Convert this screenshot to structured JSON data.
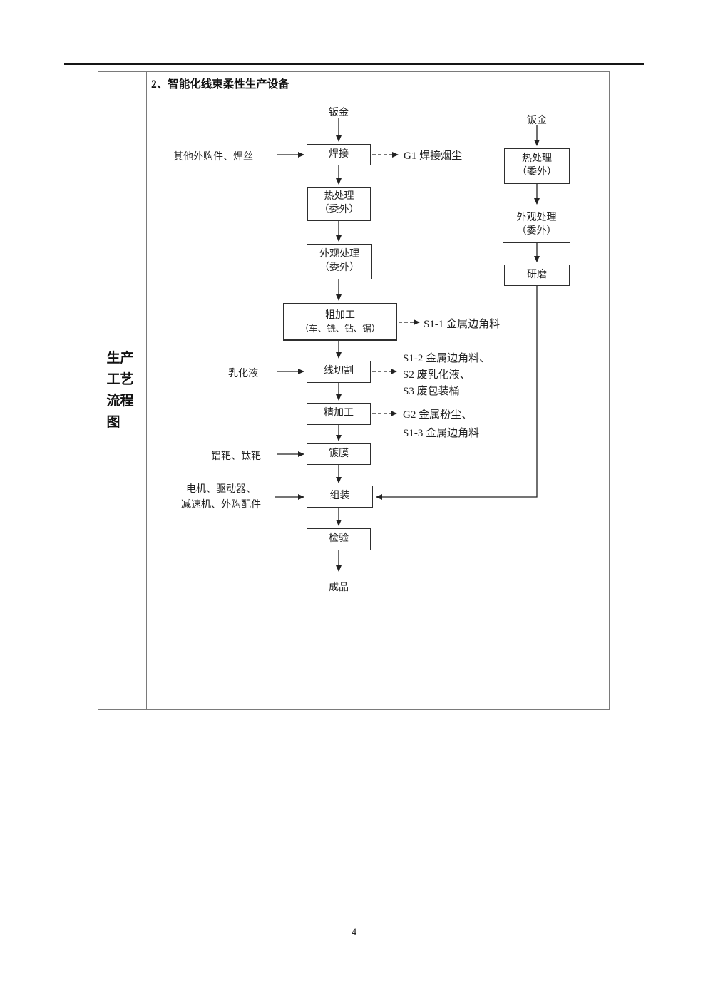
{
  "page": {
    "number": "4"
  },
  "table": {
    "side_label": "生产工艺流程图"
  },
  "flow": {
    "title": "2、智能化线束柔性生产设备",
    "main": {
      "source": "钣金",
      "welding": "焊接",
      "heat_line1": "热处理",
      "heat_line2": "（委外）",
      "surface_line1": "外观处理",
      "surface_line2": "（委外）",
      "rough_line1": "粗加工",
      "rough_line2": "（车、铣、钻、锯）",
      "wire_cutting": "线切割",
      "fine_machining": "精加工",
      "coating": "镀膜",
      "assembly": "组装",
      "inspection": "检验",
      "product": "成品"
    },
    "right": {
      "source": "钣金",
      "heat_line1": "热处理",
      "heat_line2": "（委外）",
      "surface_line1": "外观处理",
      "surface_line2": "（委外）",
      "grinding": "研磨"
    },
    "inputs": {
      "welding": "其他外购件、焊丝",
      "wire_cutting": "乳化液",
      "coating": "铝靶、钛靶",
      "assembly_line1": "电机、驱动器、",
      "assembly_line2": "减速机、外购配件"
    },
    "outputs": {
      "welding": "G1 焊接烟尘",
      "rough": "S1-1 金属边角料",
      "wire_cutting_line1": "S1-2 金属边角料、",
      "wire_cutting_line2": "S2 废乳化液、",
      "wire_cutting_line3": "S3 废包装桶",
      "fine_line1": "G2 金属粉尘、",
      "fine_line2": "S1-3 金属边角料"
    }
  }
}
